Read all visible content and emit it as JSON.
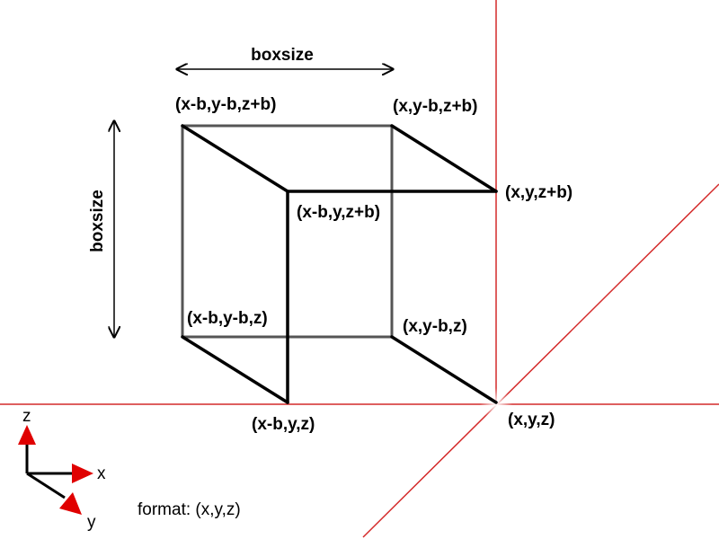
{
  "labels": {
    "boxsize_top": "boxsize",
    "boxsize_side": "boxsize",
    "v_back_top_left": "(x-b,y-b,z+b)",
    "v_back_top_right": "(x,y-b,z+b)",
    "v_front_top_right": "(x,y,z+b)",
    "v_front_top_left": "(x-b,y,z+b)",
    "v_back_bottom_left": "(x-b,y-b,z)",
    "v_back_bottom_right": "(x,y-b,z)",
    "v_front_bottom_left": "(x-b,y,z)",
    "v_origin": "(x,y,z)"
  },
  "axes": {
    "z": "z",
    "x": "x",
    "y": "y"
  },
  "format_note": "format: (x,y,z)",
  "colors": {
    "guide_line": "#d42a2a",
    "axis_arrow": "#e00000",
    "cube_front": "#000000",
    "cube_back": "#555555"
  }
}
